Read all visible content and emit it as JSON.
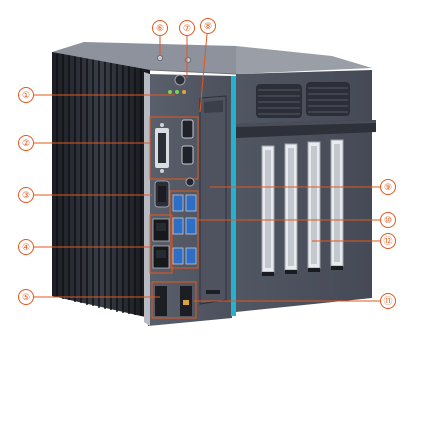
{
  "callouts": [
    {
      "number": "①"
    },
    {
      "number": "②"
    },
    {
      "number": "③"
    },
    {
      "number": "④"
    },
    {
      "number": "⑤"
    },
    {
      "number": "⑥"
    },
    {
      "number": "⑦"
    },
    {
      "number": "⑧"
    },
    {
      "number": "⑨"
    },
    {
      "number": "⑩"
    },
    {
      "number": "⑪"
    },
    {
      "number": "⑫"
    }
  ],
  "colors": {
    "callout": "#e2581e",
    "body_dark": "#3f4350",
    "front_panel": "#5b6070",
    "accent_stripe": "#23b2cf",
    "usb_blue": "#2d6fc6",
    "slot_white": "#e8ecef"
  }
}
